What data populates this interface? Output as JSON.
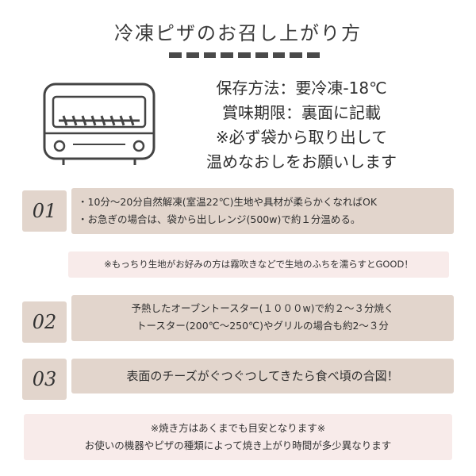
{
  "title": "冷凍ピザのお召し上がり方",
  "info_lines": [
    "保存方法：要冷凍-18℃",
    "賞味期限：裏面に記載",
    "※必ず袋から取り出して",
    "温めなおしをお願いします"
  ],
  "steps": [
    {
      "num": "01",
      "lines": [
        "・10分～20分自然解凍(室温22℃)生地や具材が柔らかくなればOK",
        "・お急ぎの場合は、袋から出しレンジ(500w)で約１分温める。"
      ]
    },
    {
      "num": "02",
      "lines": [
        "予熱したオーブントースター(１０００w)で約２～３分焼く",
        "トースター(200℃～250℃)やグリルの場合も約2～３分"
      ]
    },
    {
      "num": "03",
      "lines": [
        "表面のチーズがぐつぐつしてきたら食べ頃の合図！"
      ]
    }
  ],
  "tip": "※もっちり生地がお好みの方は霧吹きなどで生地のふちを濡らすとGOOD！",
  "footer_lines": [
    "※焼き方はあくまでも目安となります※",
    "お使いの機器やピザの種類によって焼き上がり時間が多少異なります"
  ],
  "icons": {
    "oven": "toaster-oven-icon"
  },
  "colors": {
    "box": "#e2d5cc",
    "pink": "#f8ebea",
    "text": "#2f2f2f"
  }
}
